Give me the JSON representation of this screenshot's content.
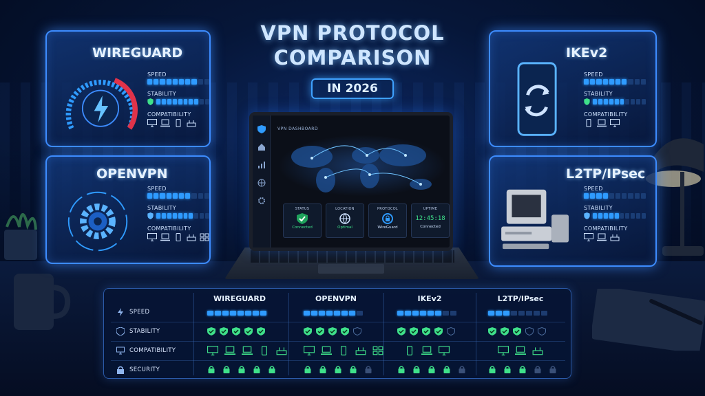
{
  "title_line1": "VPN PROTOCOL",
  "title_line2": "COMPARISON",
  "year_badge": "IN 2026",
  "labels": {
    "speed": "SPEED",
    "stability": "STABILITY",
    "compatibility": "COMPATIBILITY",
    "speed_row": "SPEED",
    "stability_row": "STABILITY",
    "compatibility_row": "COMPATIBILITY",
    "security_row": "SECURITY"
  },
  "cards": {
    "wireguard": {
      "name": "WIREGUARD",
      "speed": 8,
      "stability": 8
    },
    "openvpn": {
      "name": "OPENVPN",
      "speed": 7,
      "stability": 7
    },
    "ikev2": {
      "name": "IKEv2",
      "speed": 7,
      "stability": 6
    },
    "l2tp": {
      "name": "L2TP/IPsec",
      "speed": 4,
      "stability": 5
    }
  },
  "dashboard": {
    "title": "VPN DASHBOARD",
    "tiles": [
      {
        "label": "STATUS",
        "value": "Connected",
        "icon": "shield-check-icon",
        "color": "#3fe08a"
      },
      {
        "label": "LOCATION",
        "value": "Optimal",
        "icon": "globe-icon",
        "color": "#3fe08a"
      },
      {
        "label": "PROTOCOL",
        "value": "WireGuard",
        "icon": "vpn-lock-icon",
        "color": "#cfe3ff"
      },
      {
        "label": "UPTIME",
        "big": "12:45:18",
        "value": "Connected",
        "color": "#cfe3ff"
      }
    ]
  },
  "table": {
    "columns": [
      "WIREGUARD",
      "OPENVPN",
      "IKEv2",
      "L2TP/IPsec"
    ],
    "speed": [
      8,
      7,
      6,
      3
    ],
    "stability": [
      5,
      4,
      4,
      3
    ],
    "security": [
      5,
      4,
      4,
      3
    ]
  },
  "colors": {
    "accent": "#2f9bff",
    "good": "#3fe08a",
    "frame": "#3d8cff"
  }
}
